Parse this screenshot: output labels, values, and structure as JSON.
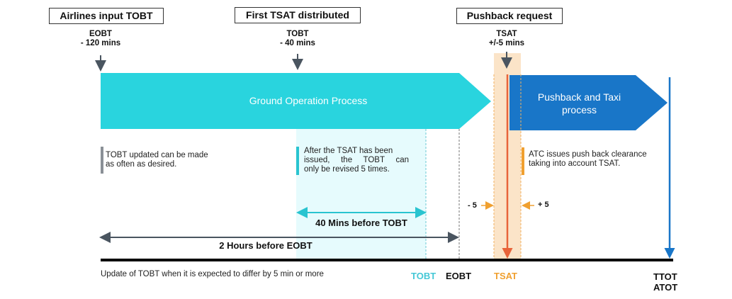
{
  "headers": {
    "airlines_input": "Airlines input TOBT",
    "first_tsat": "First TSAT distributed",
    "pushback_request": "Pushback request"
  },
  "markers": {
    "eobt_line1": "EOBT",
    "eobt_line2": "- 120 mins",
    "tobt_line1": "TOBT",
    "tobt_line2": "- 40 mins",
    "tsat_line1": "TSAT",
    "tsat_line2": "+/-5 mins"
  },
  "processes": {
    "ground": "Ground Operation Process",
    "pushback_line1": "Pushback and Taxi",
    "pushback_line2": "process"
  },
  "notes": {
    "tobt_updates": [
      "TOBT updated can be made",
      "as often as desired."
    ],
    "after_tsat": [
      "After the TSAT has been",
      "issued, the TOBT can",
      "only be revised 5 times."
    ],
    "atc": [
      "ATC issues push back clearance",
      "taking into account TSAT."
    ]
  },
  "window": {
    "minus": "- 5",
    "plus": "+ 5"
  },
  "spans": {
    "forty": "40 Mins before TOBT",
    "two_hours": "2 Hours before EOBT"
  },
  "timeline": {
    "footnote": "Update of TOBT when it is expected to differ by 5 min or more",
    "tobt": "TOBT",
    "eobt": "EOBT",
    "tsat": "TSAT",
    "ttot": "TTOT",
    "atot": "ATOT"
  },
  "colors": {
    "cyan": "#29d4de",
    "blue": "#1976c8",
    "orange": "#f0a030",
    "red": "#e8643a"
  }
}
